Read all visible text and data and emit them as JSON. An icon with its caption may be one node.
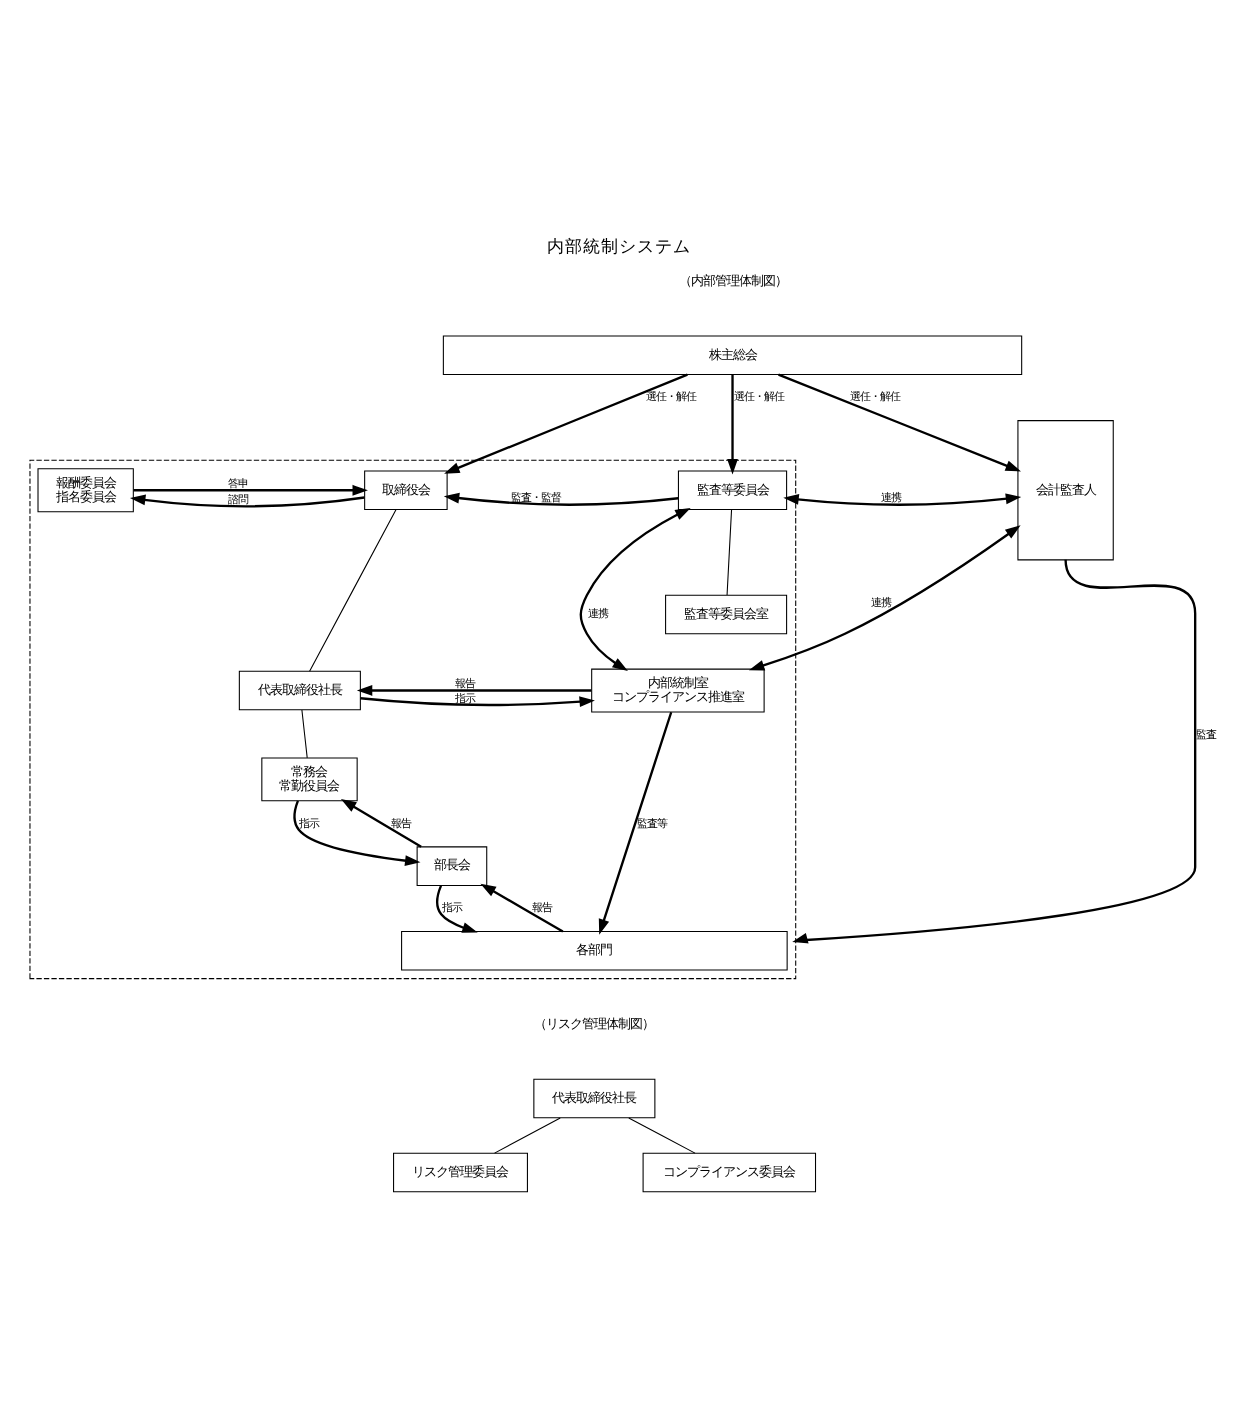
{
  "diagram": {
    "title": "内部統制システム",
    "nodes": [
      {
        "text": [
          "株主総会"
        ]
      },
      {
        "text": [],
        "shape": "box"
      },
      {
        "text": [
          "報酬委員会",
          "指名委員会"
        ],
        "in": 1
      },
      {
        "text": [
          "取締役会"
        ],
        "in": 1
      },
      {
        "text": [
          "監査等委員会"
        ],
        "in": 1
      },
      {
        "text": [
          "会計監査人"
        ]
      },
      {
        "text": [
          "監査等委員会室"
        ],
        "in": 1
      },
      {
        "text": [
          "代表取締役社長"
        ],
        "in": 1
      },
      {
        "text": [
          "内部統制室",
          "コンプライアンス推進室"
        ],
        "in": 1
      },
      {
        "text": [
          "常務会",
          "常勤役員会"
        ],
        "in": 1
      },
      {
        "text": [
          "部長会"
        ],
        "in": 1
      },
      {
        "text": [
          "各部門"
        ],
        "in": 1
      },
      {
        "text": [
          "代表取締役社長"
        ]
      },
      {
        "text": [
          "リスク管理委員会"
        ]
      },
      {
        "text": [
          "コンプライアンス委員会"
        ]
      }
    ],
    "edges": [
      {
        "from": 0,
        "to": 3,
        "arrow": "to",
        "label": "選任・解任"
      },
      {
        "from": 0,
        "to": 4,
        "arrow": "to",
        "label": "選任・解任"
      },
      {
        "from": 0,
        "to": 5,
        "arrow": "to",
        "label": "選任・解任"
      },
      {
        "from": 3,
        "to": 2,
        "arrow": "to",
        "label": "諮問"
      },
      {
        "from": 2,
        "to": 3,
        "arrow": "to",
        "label": "答申"
      },
      {
        "from": 4,
        "to": 3,
        "arrow": "to",
        "label": "監査・監督"
      },
      {
        "from": 4,
        "to": 5,
        "arrow": "both",
        "label": "連携"
      },
      {
        "from": 4,
        "to": 6,
        "arrow": "none"
      },
      {
        "from": 4,
        "to": 8,
        "arrow": "both",
        "label": "連携"
      },
      {
        "from": 3,
        "to": 7,
        "arrow": "none"
      },
      {
        "from": 7,
        "to": 8,
        "arrow": "to",
        "label": "指示"
      },
      {
        "from": 8,
        "to": 7,
        "arrow": "to",
        "label": "報告"
      },
      {
        "from": 8,
        "to": 5,
        "arrow": "both",
        "label": "連携"
      },
      {
        "from": 5,
        "to": 1,
        "arrow": "to",
        "label": "監査"
      },
      {
        "from": 7,
        "to": 9,
        "arrow": "none"
      },
      {
        "from": 9,
        "to": 10,
        "arrow": "to",
        "label": "指示"
      },
      {
        "from": 10,
        "to": 9,
        "arrow": "to",
        "label": "報告"
      },
      {
        "from": 10,
        "to": 11,
        "arrow": "to",
        "label": "指示"
      },
      {
        "from": 11,
        "to": 10,
        "arrow": "to",
        "label": "報告"
      },
      {
        "from": 8,
        "to": 11,
        "arrow": "to",
        "label": "監査等"
      },
      {
        "from": 12,
        "to": 13,
        "arrow": "none"
      },
      {
        "from": 12,
        "to": 14,
        "arrow": "none"
      }
    ],
    "labels": [
      "（内部管理体制図）",
      "（リスク管理体制図）"
    ]
  }
}
